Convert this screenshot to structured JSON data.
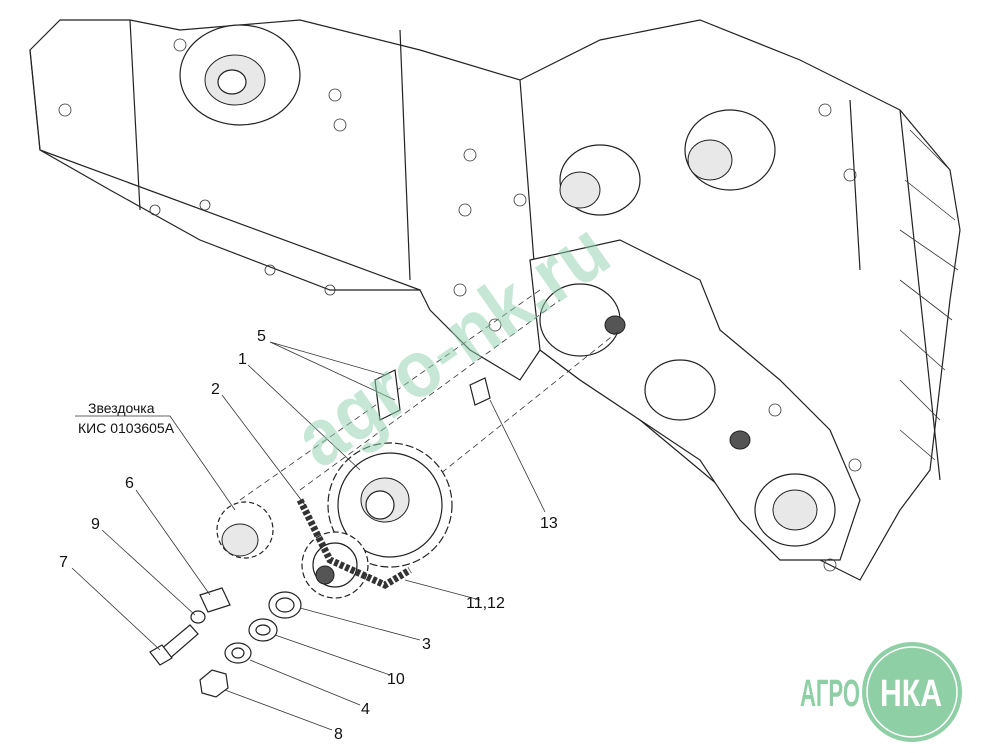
{
  "note": {
    "line1": "Звездочка",
    "line2": "КИС 0103605А"
  },
  "callouts": [
    "1",
    "2",
    "3",
    "4",
    "5",
    "6",
    "7",
    "8",
    "9",
    "10",
    "11,12",
    "13"
  ],
  "watermark": "agro-nk.ru",
  "logo": {
    "left": "АГРО",
    "right": "НКА",
    "color": "#8fcfa6"
  }
}
